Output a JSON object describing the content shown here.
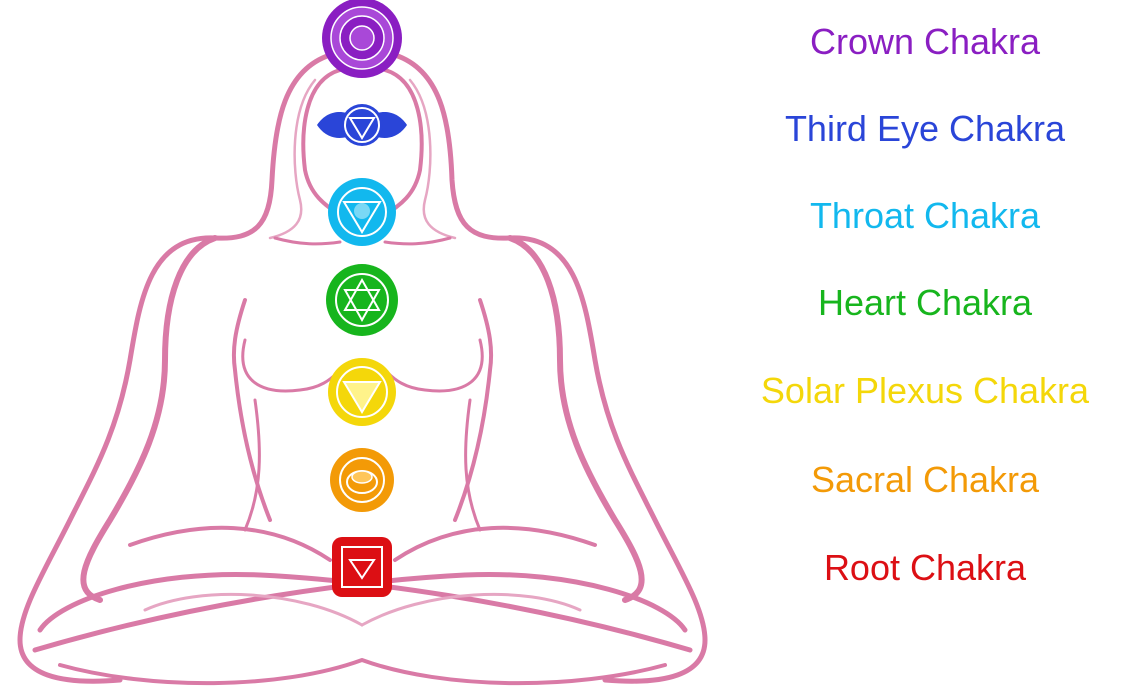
{
  "chakras": [
    {
      "id": "crown",
      "label": "Crown Chakra",
      "color": "#8a1ec2",
      "icon": "lotus-many-petals-icon"
    },
    {
      "id": "third-eye",
      "label": "Third Eye Chakra",
      "color": "#2a45d8",
      "icon": "winged-circle-triangle-icon"
    },
    {
      "id": "throat",
      "label": "Throat Chakra",
      "color": "#12b8ee",
      "icon": "sixteen-petal-lotus-icon"
    },
    {
      "id": "heart",
      "label": "Heart Chakra",
      "color": "#17b51d",
      "icon": "hexagram-lotus-icon"
    },
    {
      "id": "solar-plexus",
      "label": "Solar Plexus Chakra",
      "color": "#f4d70a",
      "icon": "ten-petal-triangle-icon"
    },
    {
      "id": "sacral",
      "label": "Sacral Chakra",
      "color": "#f39a07",
      "icon": "crescent-lotus-icon"
    },
    {
      "id": "root",
      "label": "Root Chakra",
      "color": "#dc0f14",
      "icon": "square-triangle-lotus-icon"
    }
  ],
  "figure": {
    "outline_color": "#d97aa6",
    "icon": "meditating-woman-outline-icon"
  }
}
